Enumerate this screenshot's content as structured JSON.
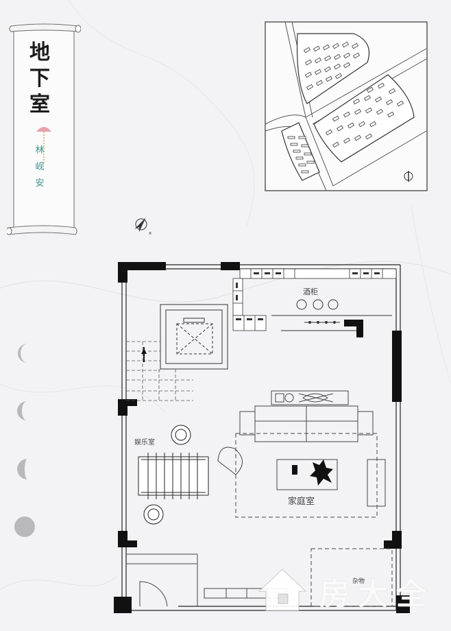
{
  "scroll": {
    "title_chars": [
      "地",
      "下",
      "室"
    ],
    "designer_chars": [
      "林",
      "岘",
      "安"
    ]
  },
  "floorplan": {
    "rooms": {
      "wine_cellar": "酒柜",
      "entertainment": "娱乐室",
      "family_room": "家庭室",
      "storage": "杂物"
    }
  },
  "watermark": {
    "text": "房大全"
  },
  "colors": {
    "background": "#f3f3f5",
    "line": "#1f1f1f",
    "accent_teal": "#3f8f8f",
    "accent_pink": "#e7a3a8",
    "moon": "#b9b9bd"
  },
  "icons": [
    "scroll-icon",
    "compass-icon",
    "north-arrow-icon",
    "moon-phase-icon",
    "house-logo-icon"
  ]
}
